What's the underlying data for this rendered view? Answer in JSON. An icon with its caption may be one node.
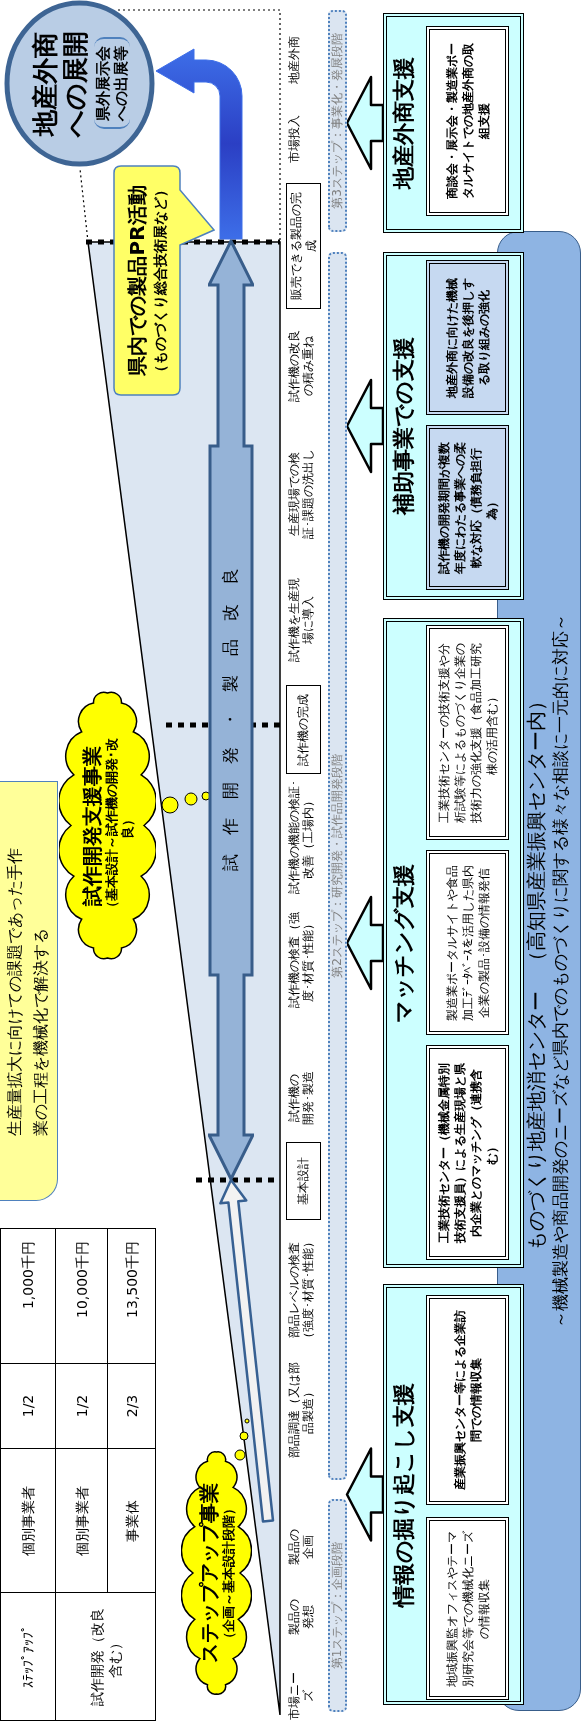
{
  "diagram": {
    "nodes": [
      {
        "text": [
          "地産外商への展開",
          "県外展示会への出展等"
        ]
      },
      {
        "text": [
          "県内での製品PR活動",
          "（ものづくり総合技術展など）"
        ]
      },
      {
        "text": [
          "生産量拡大に向けての課題であった手作業の工程を機械化で解決する"
        ]
      },
      {
        "text": [
          "試作開発支援事業",
          "（基本設計～試作機の開発･改良）"
        ]
      },
      {
        "text": [
          "ステップアップ事業",
          "（企画～基本設計段階）"
        ]
      },
      {
        "text": [
          "試作開発・製品改良"
        ]
      },
      {
        "text": [
          "基本設計"
        ]
      },
      {
        "text": [
          "試作機の完成"
        ]
      },
      {
        "text": [
          "販売できる製品の完成"
        ]
      },
      {
        "text": [
          "第1ステップ：企画段階"
        ]
      },
      {
        "text": [
          "第2ステップ：研究開発・試作品開発段階"
        ]
      },
      {
        "text": [
          "第3ステップ：事業化・発展段階"
        ]
      },
      {
        "text": [
          "情報の掘り起こし支援"
        ]
      },
      {
        "text": [
          "地域振興監オフィスやテーマ別研究会等での機械化ニーズの情報収集"
        ],
        "in": 12
      },
      {
        "text": [
          "産業振興センター等による企業訪問での情報収集"
        ],
        "in": 12
      },
      {
        "text": [
          "マッチング支援"
        ]
      },
      {
        "text": [
          "工業技術センター（機械金属特別技術支援員）による生産現場と県内企業とのマッチング（連携含む）"
        ],
        "in": 15
      },
      {
        "text": [
          "製造業ポータルサイトや食品加工ﾃﾞｰﾀﾍﾞｰｽを活用した県内企業の製品･設備の情報発信"
        ],
        "in": 15
      },
      {
        "text": [
          "工業技術センターの技術支援や分析試験等によるものづくり企業の技術力の強化支援（食品加工研究棟の活用含む）"
        ],
        "in": 15
      },
      {
        "text": [
          "補助事業での支援"
        ]
      },
      {
        "text": [
          "試作機の開発期間が複数年度にわたる事業への柔軟な対応（債務負担行為）"
        ],
        "in": 19
      },
      {
        "text": [
          "地産外商に向けた機械設備の改良を後押しする取り組みの強化"
        ],
        "in": 19
      },
      {
        "text": [
          "地産外商支援"
        ]
      },
      {
        "text": [
          "商談会・展示会・製造業ポータルサイトでの地産外商の取組支援"
        ],
        "in": 22
      },
      {
        "text": [
          "ものづくり地産地消センター　（高知県産業振興センター内）",
          "～機械製造や商品開発のニーズなど県内でのものづくりに関する様々な相談に一元的に対応～"
        ]
      }
    ],
    "edges": [
      {
        "from": 12,
        "to": 9,
        "arrow": "to"
      },
      {
        "from": 15,
        "to": 10,
        "arrow": "to"
      },
      {
        "from": 19,
        "to": 10,
        "arrow": "to"
      },
      {
        "from": 22,
        "to": 11,
        "arrow": "to"
      },
      {
        "from": 5,
        "to": 0,
        "arrow": "to",
        "style": "thick",
        "color": "#3d6ee8"
      },
      {
        "from": null,
        "to": 5,
        "arrow": "to",
        "color": "#376092"
      }
    ],
    "labels": [
      "市場ニーズ",
      "製品の発想",
      "製品の企画",
      "部品調達（又は部品製造）",
      "部品レベルの検査（強度･材質･性能）",
      "試作機の開発･製造",
      "試作機の検査（強度･材質･性能）",
      "試作機の機能の検証･改善（工場内）",
      "試作機を生産現場に導入",
      "生産現場での検証･課題の洗出し",
      "試作機の改良の積み重ね",
      "市場投入",
      "地産外商",
      "ｽﾃｯﾌﾟｱｯﾌﾟ",
      "個別事業者",
      "1/2",
      "1,000千円",
      "試作開発（改良含む）",
      "個別事業者",
      "1/2",
      "10,000千円",
      "事業体",
      "2/3",
      "13,500千円"
    ]
  }
}
